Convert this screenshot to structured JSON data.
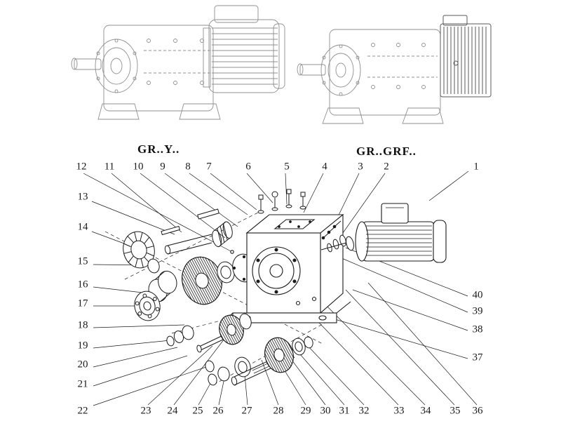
{
  "titles": {
    "left_model": "GR..Y..",
    "right_model": "GR..GRF.."
  },
  "callouts": [
    "1",
    "2",
    "3",
    "4",
    "5",
    "6",
    "7",
    "8",
    "9",
    "10",
    "11",
    "12",
    "13",
    "14",
    "15",
    "16",
    "17",
    "18",
    "19",
    "20",
    "21",
    "22",
    "23",
    "24",
    "25",
    "26",
    "27",
    "28",
    "29",
    "30",
    "31",
    "32",
    "33",
    "34",
    "35",
    "36",
    "37",
    "38",
    "39",
    "40"
  ],
  "colors": {
    "ink": "#1a1a1a",
    "sketch": "#8f8f8f",
    "sketchdark": "#5a5a5a"
  }
}
